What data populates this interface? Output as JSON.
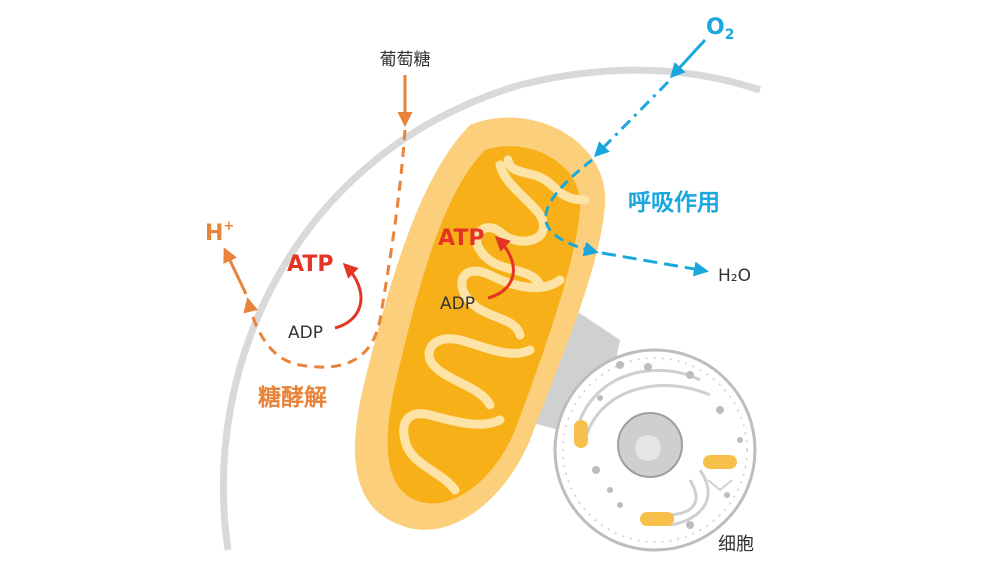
{
  "labels": {
    "glucose": "葡萄糖",
    "oxygen": "O",
    "oxygen_sub": "2",
    "proton": "H",
    "proton_sup": "+",
    "atp_glycolysis": "ATP",
    "adp_glycolysis": "ADP",
    "atp_respiration": "ATP",
    "adp_respiration": "ADP",
    "glycolysis": "糖酵解",
    "respiration": "呼吸作用",
    "water": "H₂O",
    "cell": "细胞"
  },
  "colors": {
    "glycolysis": "#e8833a",
    "respiration": "#1aa7de",
    "atp": "#e53324",
    "text": "#333333",
    "mito_outer": "#fccf7d",
    "mito_matrix": "#f8b018",
    "mito_cristae": "#fde3a5",
    "membrane": "#d9d9d9",
    "cell_lines": "#bdbdbd"
  }
}
